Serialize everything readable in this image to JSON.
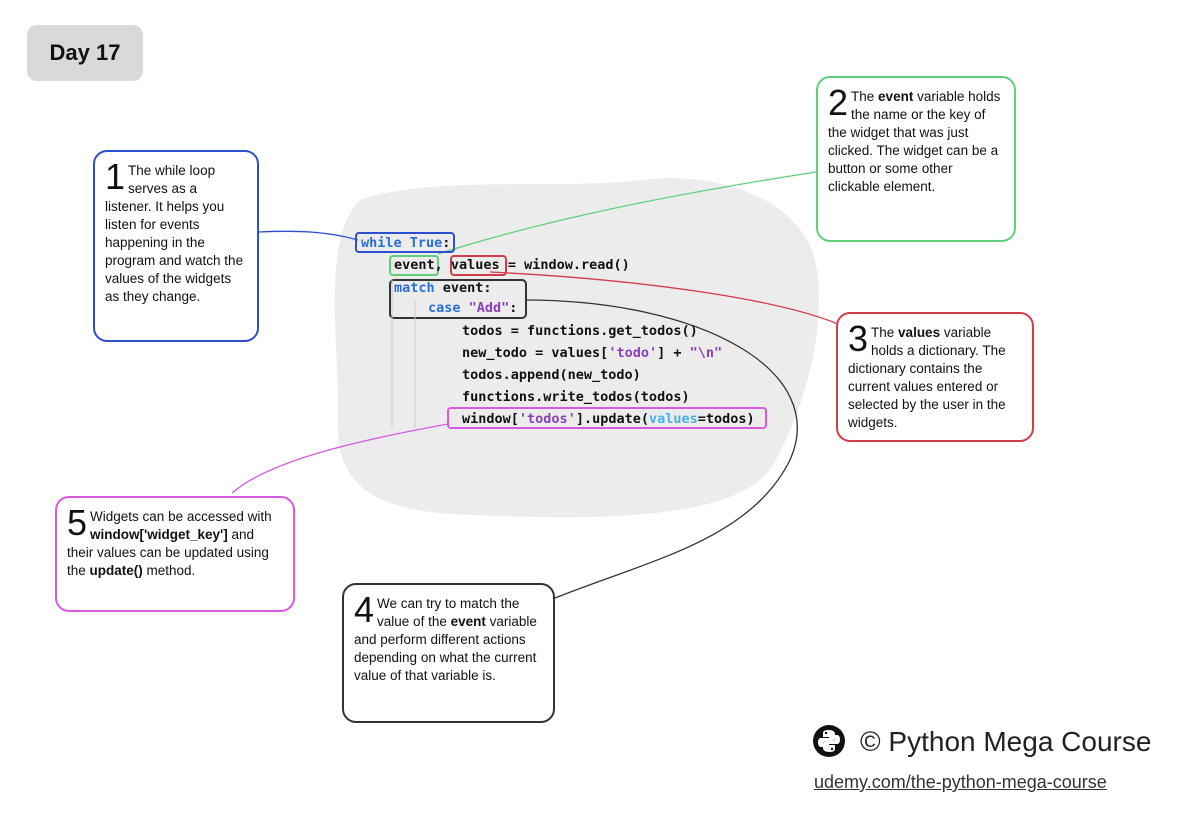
{
  "badge": {
    "label": "Day 17"
  },
  "code": {
    "line1": {
      "kw1": "while",
      "kw2": "True",
      "rest": ":"
    },
    "line2": {
      "var1": "event",
      "sep": ",",
      "var2": "values",
      "rest": " = window.read()"
    },
    "line3": {
      "kw": "match",
      "rest": " event:"
    },
    "line4": {
      "kw": "case",
      "str": "\"Add\"",
      "rest": ":"
    },
    "line5": {
      "text": "todos = functions.get_todos()"
    },
    "line6": {
      "pre": "new_todo = values[",
      "str1": "'todo'",
      "mid": "] + ",
      "str2": "\"\\n\""
    },
    "line7": {
      "text": "todos.append(new_todo)"
    },
    "line8": {
      "text": "functions.write_todos(todos)"
    },
    "line9": {
      "pre": "window[",
      "str": "'todos'",
      "mid": "].update(",
      "param": "values",
      "post": "=todos)"
    }
  },
  "notes": {
    "n1": {
      "num": "1",
      "text": "The while loop serves as a listener. It helps you listen for events happening in the program and watch the values of the widgets as they change."
    },
    "n2": {
      "num": "2",
      "pre": "The ",
      "bold": "event",
      "post": " variable holds the name or the key of the widget that was just clicked. The widget can be a button or some other clickable element."
    },
    "n3": {
      "num": "3",
      "pre": "The ",
      "bold": "values",
      "post": " variable holds a dictionary. The dictionary contains the current values entered or selected by the user in the widgets."
    },
    "n4": {
      "num": "4",
      "pre": "We can try to match the value of the ",
      "bold": "event",
      "post": " variable and perform different actions depending on what the current value of that variable is."
    },
    "n5": {
      "num": "5",
      "pre": "Widgets can be accessed with ",
      "bold1": "window['widget_key']",
      "mid": " and their values can be updated using the ",
      "bold2": "update()",
      "post": " method."
    }
  },
  "footer": {
    "brand": "© Python Mega Course",
    "link": "udemy.com/the-python-mega-course",
    "logo_icon": "python-logo-icon"
  },
  "colors": {
    "blue": "#2c4fd0",
    "green": "#5fcf7a",
    "red": "#d23b4a",
    "magenta": "#d85ae0",
    "dark": "#333333"
  }
}
